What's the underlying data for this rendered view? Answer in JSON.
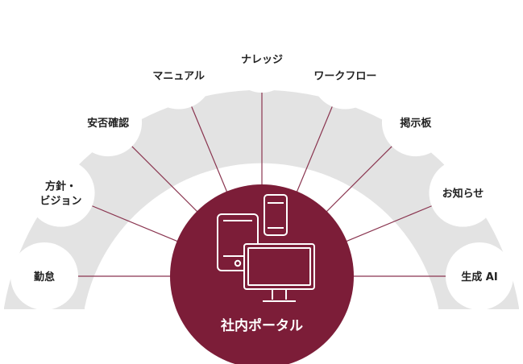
{
  "hub": {
    "label": "社内ポータル"
  },
  "satellites": [
    {
      "lines": [
        "勤怠"
      ]
    },
    {
      "lines": [
        "方針・",
        "ビジョン"
      ]
    },
    {
      "lines": [
        "安否確認"
      ]
    },
    {
      "lines": [
        "マニュアル"
      ]
    },
    {
      "lines": [
        "ナレッジ"
      ]
    },
    {
      "lines": [
        "ワークフロー"
      ]
    },
    {
      "lines": [
        "掲示板"
      ]
    },
    {
      "lines": [
        "お知らせ"
      ]
    },
    {
      "lines": [
        "生成 AI"
      ]
    }
  ],
  "icons": [
    "tablet-icon",
    "smartphone-icon",
    "desktop-monitor-icon"
  ],
  "colors": {
    "hub": "#7c1d38",
    "connector": "#8a3550",
    "ring": "#e3e3e3",
    "satellite": "#ffffff",
    "icon_stroke": "#ffffff",
    "text": "#222222"
  }
}
